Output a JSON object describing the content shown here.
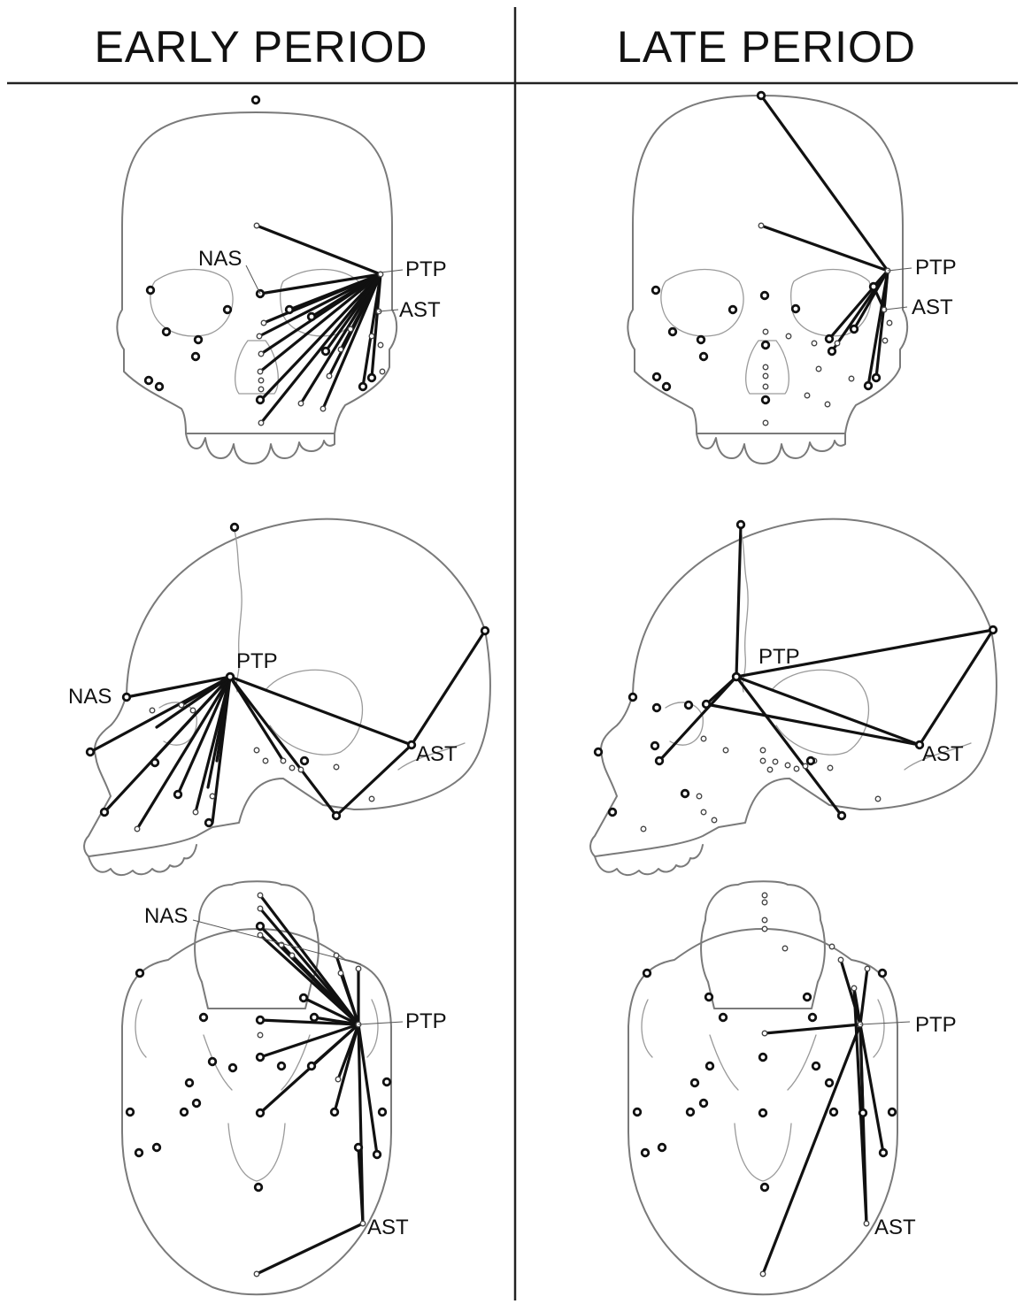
{
  "columns": [
    {
      "title": "EARLY PERIOD"
    },
    {
      "title": "LATE PERIOD"
    }
  ],
  "labels": {
    "nas": "NAS",
    "ptp": "PTP",
    "ast": "AST"
  },
  "colors": {
    "outline": "#7a7a7a",
    "link": "#111111",
    "background": "#ffffff"
  }
}
